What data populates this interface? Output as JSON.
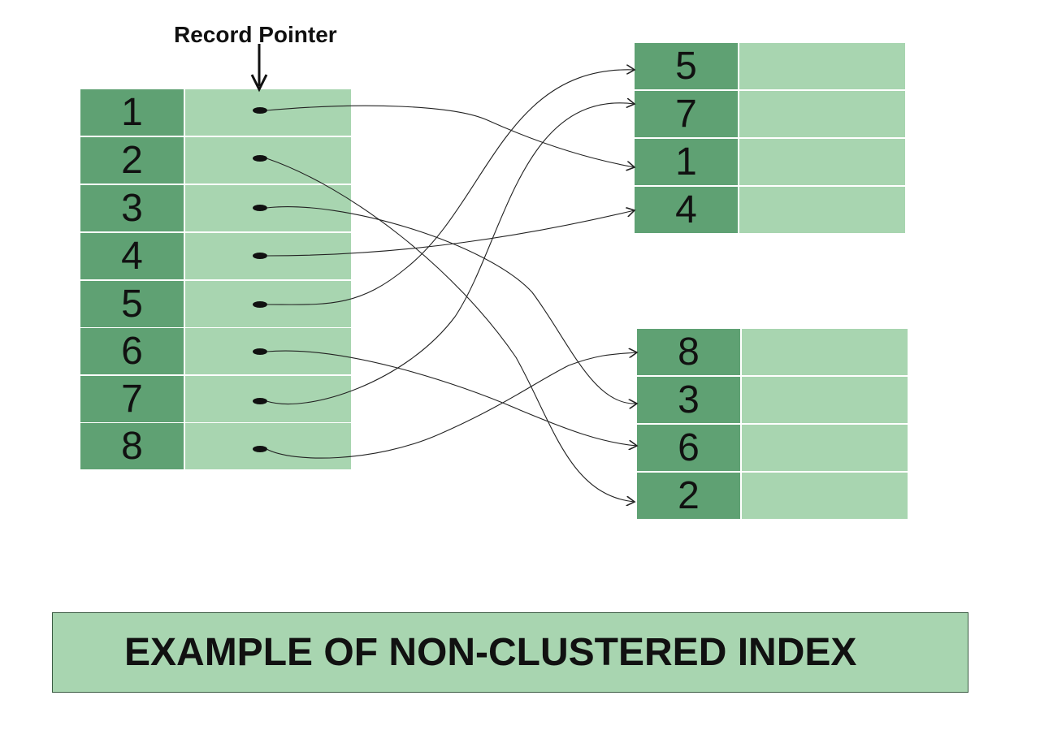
{
  "pointer_label": "Record Pointer",
  "index_table": {
    "keys": [
      "1",
      "2",
      "3",
      "4",
      "5",
      "6",
      "7",
      "8"
    ]
  },
  "data_blocks": [
    {
      "keys": [
        "5",
        "7",
        "1",
        "4"
      ]
    },
    {
      "keys": [
        "8",
        "3",
        "6",
        "2"
      ]
    }
  ],
  "pointers": [
    {
      "from": "1",
      "to": "1"
    },
    {
      "from": "2",
      "to": "2"
    },
    {
      "from": "3",
      "to": "3"
    },
    {
      "from": "4",
      "to": "4"
    },
    {
      "from": "5",
      "to": "5"
    },
    {
      "from": "6",
      "to": "6"
    },
    {
      "from": "7",
      "to": "7"
    },
    {
      "from": "8",
      "to": "8"
    }
  ],
  "banner": {
    "title": "EXAMPLE OF NON-CLUSTERED INDEX"
  },
  "colors": {
    "key_cell": "#5fa173",
    "value_cell": "#a8d5b0",
    "line": "#222222",
    "text": "#111111"
  }
}
